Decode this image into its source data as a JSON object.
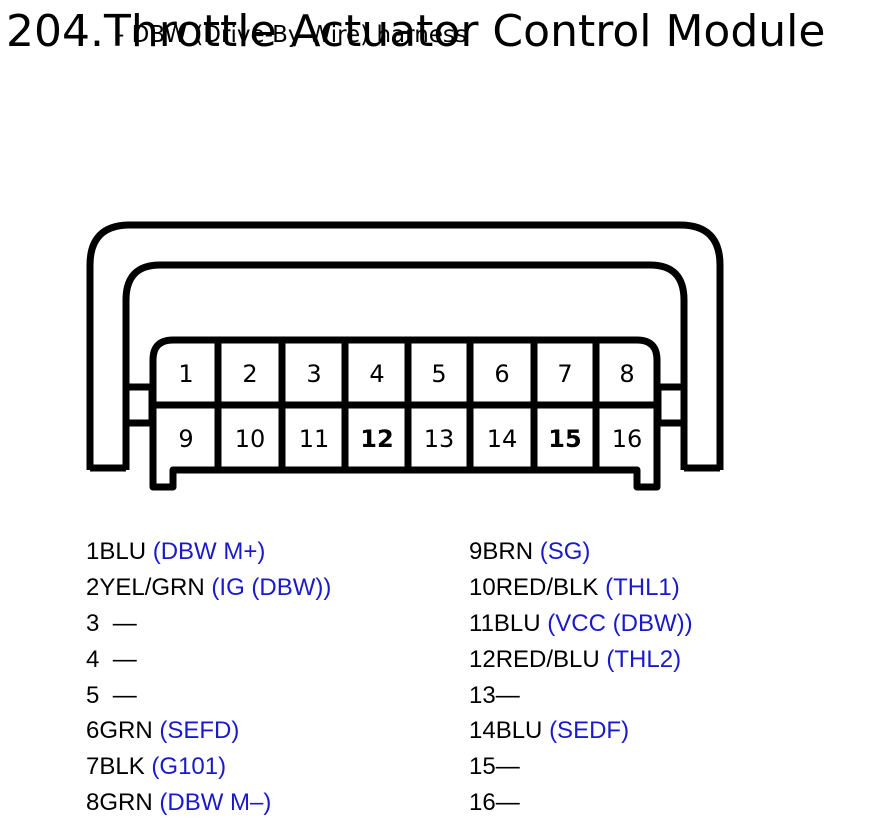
{
  "title": "204.Throttle Actuator Control Module",
  "subtitle": "- DBW (Drive-By-Wire) harness",
  "connector": {
    "top_pins": [
      "1",
      "2",
      "3",
      "4",
      "5",
      "6",
      "7",
      "8"
    ],
    "bottom_pins": [
      "9",
      "10",
      "11",
      "12",
      "13",
      "14",
      "15",
      "16"
    ],
    "bold_pins": [
      "12",
      "15"
    ]
  },
  "pins_left": [
    {
      "pin": "1",
      "wire": "BLU",
      "signal": "(DBW M+)"
    },
    {
      "pin": "2",
      "wire": "YEL/GRN",
      "signal": "(IG (DBW))"
    },
    {
      "pin": "3",
      "wire": "  —",
      "signal": ""
    },
    {
      "pin": "4",
      "wire": "  —",
      "signal": ""
    },
    {
      "pin": "5",
      "wire": "  —",
      "signal": ""
    },
    {
      "pin": "6",
      "wire": "GRN",
      "signal": "(SEFD)"
    },
    {
      "pin": "7",
      "wire": "BLK",
      "signal": "(G101)"
    },
    {
      "pin": "8",
      "wire": "GRN",
      "signal": "(DBW M–)"
    }
  ],
  "pins_right": [
    {
      "pin": "9",
      "wire": "BRN",
      "signal": "(SG)"
    },
    {
      "pin": "10",
      "wire": "RED/BLK",
      "signal": "(THL1)"
    },
    {
      "pin": "11",
      "wire": "BLU",
      "signal": "(VCC (DBW))"
    },
    {
      "pin": "12",
      "wire": "RED/BLU",
      "signal": "(THL2)"
    },
    {
      "pin": "13",
      "wire": "—",
      "signal": ""
    },
    {
      "pin": "14",
      "wire": "BLU",
      "signal": "(SEDF)"
    },
    {
      "pin": "15",
      "wire": "—",
      "signal": ""
    },
    {
      "pin": "16",
      "wire": "—",
      "signal": ""
    }
  ],
  "colors": {
    "signal": "#1a1acc",
    "outline": "#000000"
  }
}
